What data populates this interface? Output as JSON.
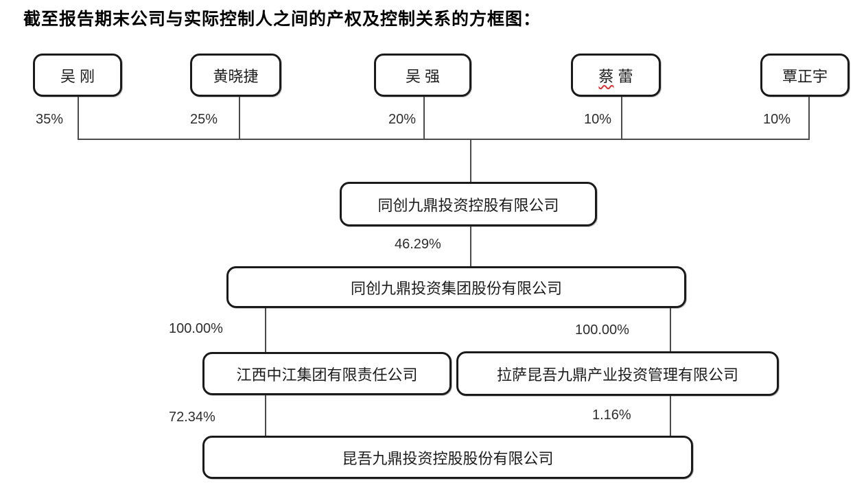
{
  "page": {
    "title": "截至报告期末公司与实际控制人之间的产权及控制关系的方框图："
  },
  "shareholders": [
    {
      "name": "吴 刚",
      "ownership": "35%"
    },
    {
      "name": "黄晓捷",
      "ownership": "25%"
    },
    {
      "name": "吴 强",
      "ownership": "20%"
    },
    {
      "name_marked": "蔡",
      "name_rest": " 蕾",
      "ownership": "10%"
    },
    {
      "name": "覃正宇",
      "ownership": "10%"
    }
  ],
  "companies": {
    "holding": {
      "name": "同创九鼎投资控股有限公司",
      "ownership_in_group": "46.29%"
    },
    "group": {
      "name": "同创九鼎投资集团股份有限公司"
    },
    "jiangxi": {
      "name": "江西中江集团有限责任公司",
      "ownership_from_group": "100.00%",
      "ownership_in_bottom": "72.34%"
    },
    "lasa": {
      "name": "拉萨昆吾九鼎产业投资管理有限公司",
      "ownership_from_group": "100.00%",
      "ownership_in_bottom": "1.16%"
    },
    "bottom": {
      "name": "昆吾九鼎投资控股股份有限公司"
    }
  }
}
